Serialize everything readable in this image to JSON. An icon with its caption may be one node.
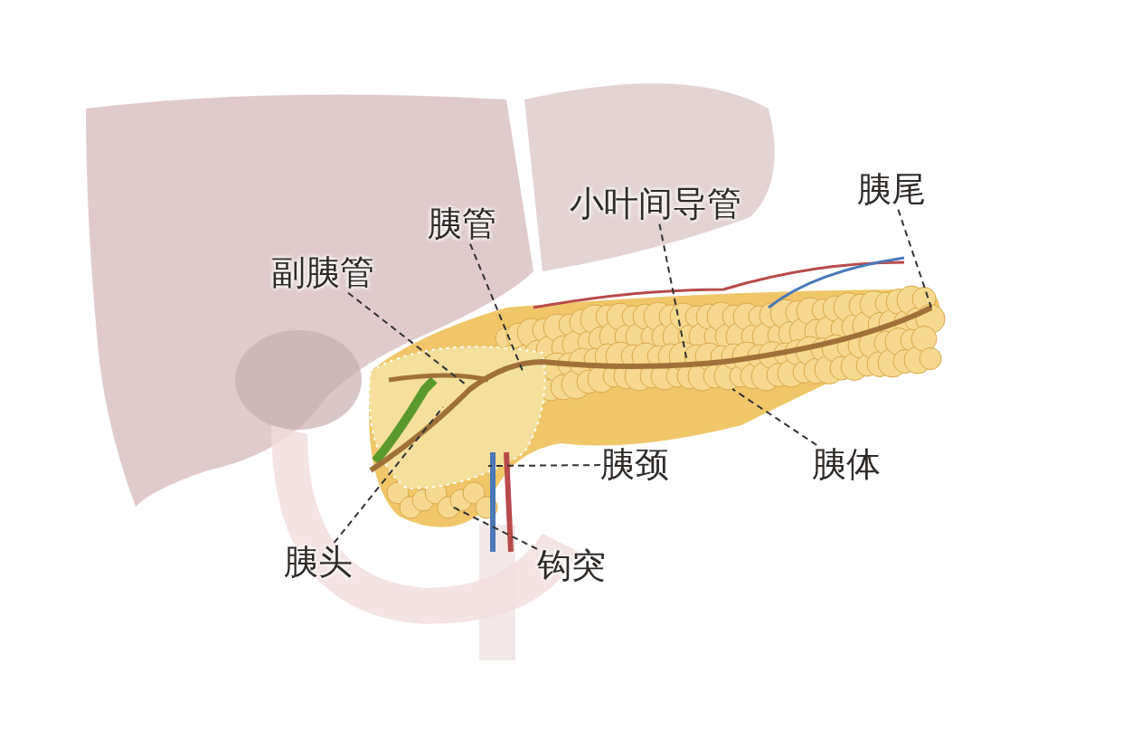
{
  "diagram": {
    "nodes": [
      {
        "text": [
          "副胰管"
        ]
      },
      {
        "text": [
          "胰管"
        ]
      },
      {
        "text": [
          "小叶间导管"
        ]
      },
      {
        "text": [
          "胰尾"
        ]
      },
      {
        "text": [
          "胰颈"
        ]
      },
      {
        "text": [
          "胰体"
        ]
      },
      {
        "text": [
          "胰头"
        ]
      },
      {
        "text": [
          "钩突"
        ]
      }
    ],
    "edges": [
      {
        "from": 0,
        "to": null,
        "arrow": "none",
        "style": "dashed"
      },
      {
        "from": 1,
        "to": null,
        "arrow": "none",
        "style": "dashed"
      },
      {
        "from": 2,
        "to": null,
        "arrow": "none",
        "style": "dashed"
      },
      {
        "from": 3,
        "to": null,
        "arrow": "none",
        "style": "dashed"
      },
      {
        "from": 4,
        "to": null,
        "arrow": "none",
        "style": "dashed"
      },
      {
        "from": 5,
        "to": null,
        "arrow": "none",
        "style": "dashed"
      },
      {
        "from": 6,
        "to": null,
        "arrow": "none",
        "style": "dashed"
      },
      {
        "from": 7,
        "to": null,
        "arrow": "none",
        "style": "dashed"
      }
    ]
  }
}
